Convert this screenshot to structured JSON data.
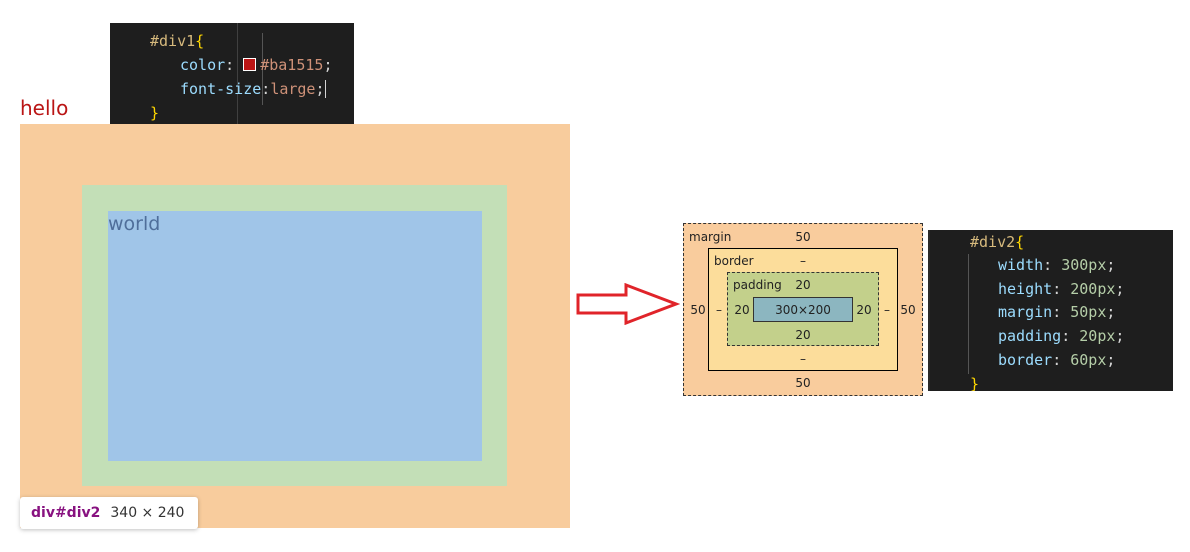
{
  "code_top": {
    "selector": "#div1",
    "open_brace": "{",
    "close_brace": "}",
    "lines": [
      {
        "property": "color",
        "swatch_color": "#ba1515",
        "value": "#ba1515"
      },
      {
        "property": "font-size",
        "value": "large"
      }
    ]
  },
  "rendered": {
    "hello_text": "hello",
    "world_text": "world",
    "hello_color": "#ba1515",
    "margin_color": "#f8cc9d",
    "border_color": "#c3dfb7",
    "content_color": "#a0c5e8"
  },
  "tooltip": {
    "tag": "div#div2",
    "size": "340 × 240"
  },
  "arrow": {
    "icon": "right-arrow-icon",
    "color": "#e0242a"
  },
  "box_model": {
    "margin_label": "margin",
    "border_label": "border",
    "padding_label": "padding",
    "margin": {
      "top": "50",
      "right": "50",
      "bottom": "50",
      "left": "50"
    },
    "border": {
      "top": "–",
      "right": "–",
      "bottom": "–",
      "left": "–"
    },
    "padding": {
      "top": "20",
      "right": "20",
      "bottom": "20",
      "left": "20"
    },
    "content": "300×200"
  },
  "code_bottom": {
    "selector": "#div2",
    "open_brace": "{",
    "close_brace": "}",
    "lines": [
      {
        "property": "width",
        "value": "300px"
      },
      {
        "property": "height",
        "value": "200px"
      },
      {
        "property": "margin",
        "value": "50px"
      },
      {
        "property": "padding",
        "value": "20px"
      },
      {
        "property": "border",
        "value": "60px"
      }
    ]
  }
}
